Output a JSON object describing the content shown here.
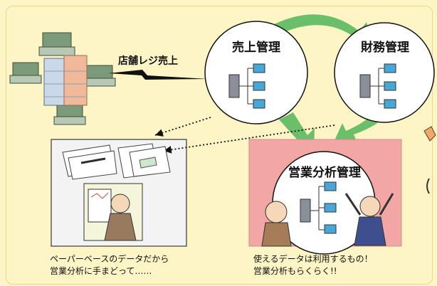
{
  "store_label": "店舗レジ売上",
  "nodes": {
    "sales": "売上管理",
    "finance": "財務管理",
    "analysis": "営業分析管理"
  },
  "captions": {
    "left_line1": "ペーパーベースのデータだから",
    "left_line2": "営業分析に手まどって……",
    "right_line1": "使えるデータは利用するもの！",
    "right_line2": "営業分析もらくらく!!"
  },
  "colors": {
    "background": "#fdf5c6",
    "arrow_green": "#6cbf6a",
    "analysis_panel": "#f2a7a4",
    "paper_panel": "#f3f3f3"
  }
}
